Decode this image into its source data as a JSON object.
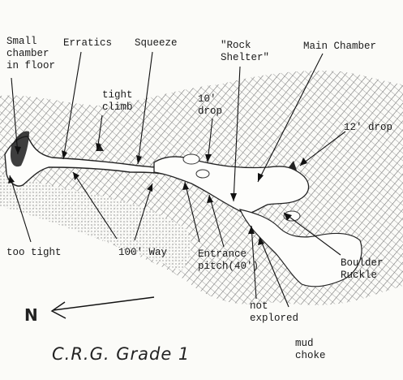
{
  "labels": {
    "small_chamber": "Small\nchamber\nin floor",
    "erratics": "Erratics",
    "squeeze": "Squeeze",
    "rock_shelter": "\"Rock\nShelter\"",
    "main_chamber": "Main Chamber",
    "tight_climb": "tight\nclimb",
    "drop_10": "10'\ndrop",
    "drop_12": "12' drop",
    "too_tight": "too tight",
    "way_100": "100' Way",
    "entrance_pitch": "Entrance\npitch(40')",
    "boulder_ruckle": "Boulder\nRuckle",
    "not_explored": "not\nexplored",
    "mud_choke": "mud\nchoke"
  },
  "north_label": "N",
  "grade": "C.R.G. Grade 1"
}
